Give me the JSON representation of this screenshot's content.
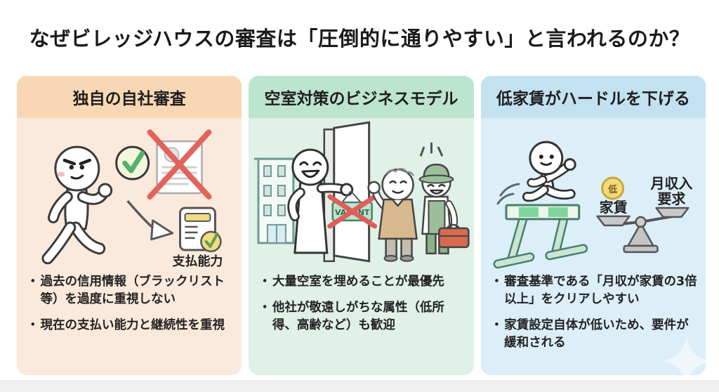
{
  "title": "なぜビレッジハウスの審査は「圧倒的に通りやすい」と言われるのか？",
  "bullet_char": "・",
  "colors": {
    "background": "#FFFFFF",
    "title_text": "#1A1A1A",
    "body_text": "#222222",
    "footer_strip": "#EFEFEF",
    "accent_red": "#E2625C",
    "accent_green": "#53B06E"
  },
  "panels": [
    {
      "header": "独自の自社審査",
      "colors": {
        "header_bg": "#F8D8B4",
        "body_bg": "#FBEADC"
      },
      "illustration": {
        "label": "支払能力"
      },
      "bullets": [
        "過去の信用情報（ブラックリスト等）を過度に重視しない",
        "現在の支払い能力と継続性を重視"
      ]
    },
    {
      "header": "空室対策のビジネスモデル",
      "colors": {
        "header_bg": "#BDE4CE",
        "body_bg": "#E0F1E7"
      },
      "illustration": {
        "sign_text": "VACANT"
      },
      "bullets": [
        "大量空室を埋めることが最優先",
        "他社が敬遠しがちな属性（低所得、高齢など）も歓迎"
      ]
    },
    {
      "header": "低家賃がハードルを下げる",
      "colors": {
        "header_bg": "#C3E1F1",
        "body_bg": "#DCEEF8"
      },
      "illustration": {
        "coin_text": "低",
        "left_label": "家賃",
        "right_label_line1": "月収入",
        "right_label_line2": "要求"
      },
      "bullets": [
        "審査基準である「月収が家賃の3倍以上」をクリアしやすい",
        "家賃設定自体が低いため、要件が緩和される"
      ]
    }
  ]
}
